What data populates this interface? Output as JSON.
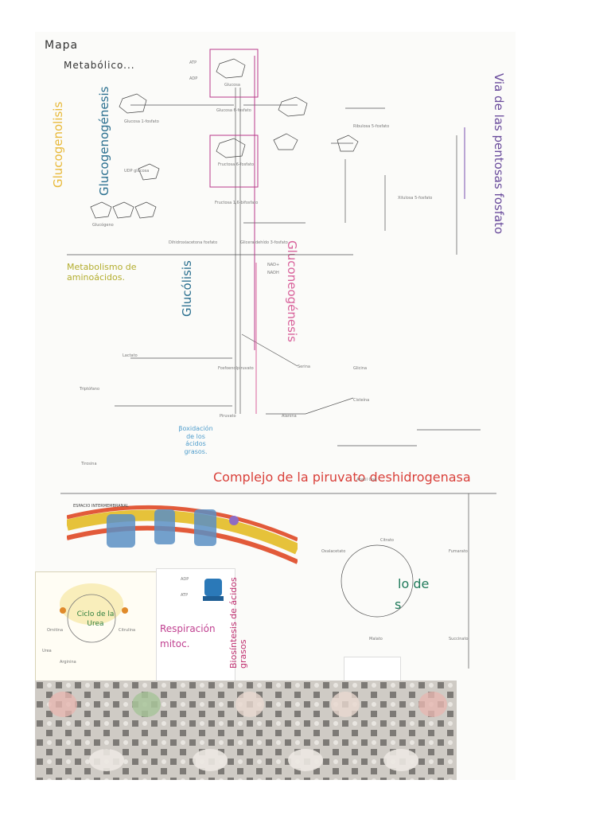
{
  "title": {
    "line1": "Mapa",
    "line2": "Metabólico..."
  },
  "section_titles": {
    "glucogenolisis": "Glucogenolisis",
    "glucogenogenesis": "Glucogenogénesis",
    "via_pentosas": "Via de las pentosas fosfato",
    "metabolismo_aminoacidos": "Metabolismo de aminoácidos.",
    "glucolisis": "Glucólisis",
    "gluconeogenesis": "Gluconeogénesis",
    "betaoxidacion": "βoxidación de los ácidos grasos.",
    "complejo_pdh": "Complejo de la piruvato deshidrogenasa",
    "ciclo_urea": "Ciclo de la Urea",
    "respiracion": "Respiración mitoc.",
    "biosintesis": "Biosíntesis de ácidos grasos",
    "krebs_fragment": "lo de",
    "krebs_fragment2": "s"
  },
  "labels": {
    "glucosa": "Glucosa",
    "glucosa_6_fosfato": "Glucosa 6-fosfato",
    "fructosa_6_fosfato": "Fructosa 6-fosfato",
    "fructosa_16_bifosfato": "Fructosa 1,6-bifosfato",
    "dihidroxiacetona_fosfato": "Dihidroxiacetona fosfato",
    "gliceraldehido_3_fosfato": "Gliceraldehído 3-fosfato",
    "piruvato": "Piruvato",
    "acetil_coa": "Acetil CoA",
    "oxalacetato": "Oxalacetato",
    "citrato": "Citrato",
    "ribulosa_5_fosfato": "Ribulosa 5-fosfato",
    "xilulosa_5_fosfato": "Xilulosa 5-fosfato",
    "glucosa_1_fosfato": "Glucosa 1-fosfato",
    "udp_glucosa": "UDP glucosa",
    "glucogeno": "Glucógeno",
    "fosfoenolpiruvato": "Fosfoenolpiruvato",
    "lactato": "Lactato",
    "alanina": "Alanina",
    "serina": "Serina",
    "glicina": "Glicina",
    "cisteina": "Cisteína",
    "tirosina": "Tirosina",
    "triptofano": "Triptófano",
    "fumarato": "Fumarato",
    "malato": "Malato",
    "succinato": "Succinato",
    "arginina": "Arginina",
    "ornitina": "Ornitina",
    "citrulina": "Citrulina",
    "urea": "Urea",
    "atp": "ATP",
    "adp": "ADP",
    "nadh": "NADH",
    "nad": "NAD+",
    "espacio_intermembranal": "ESPACIO INTERMEMBRANAL"
  },
  "colors": {
    "glucogenolisis": "#e8b93a",
    "glucogenogenesis": "#2a6f8f",
    "pentosas": "#6a4c9c",
    "aminoacidos": "#c9c23c",
    "glucolisis": "#2a6f8f",
    "gluconeogenesis": "#d8609a",
    "betaox": "#4f9dcc",
    "pdh": "#d9403a",
    "urea": "#2f7f3f",
    "respiracion": "#c04090",
    "biosintesis": "#c03070",
    "krebs": "#1f7a5a"
  }
}
